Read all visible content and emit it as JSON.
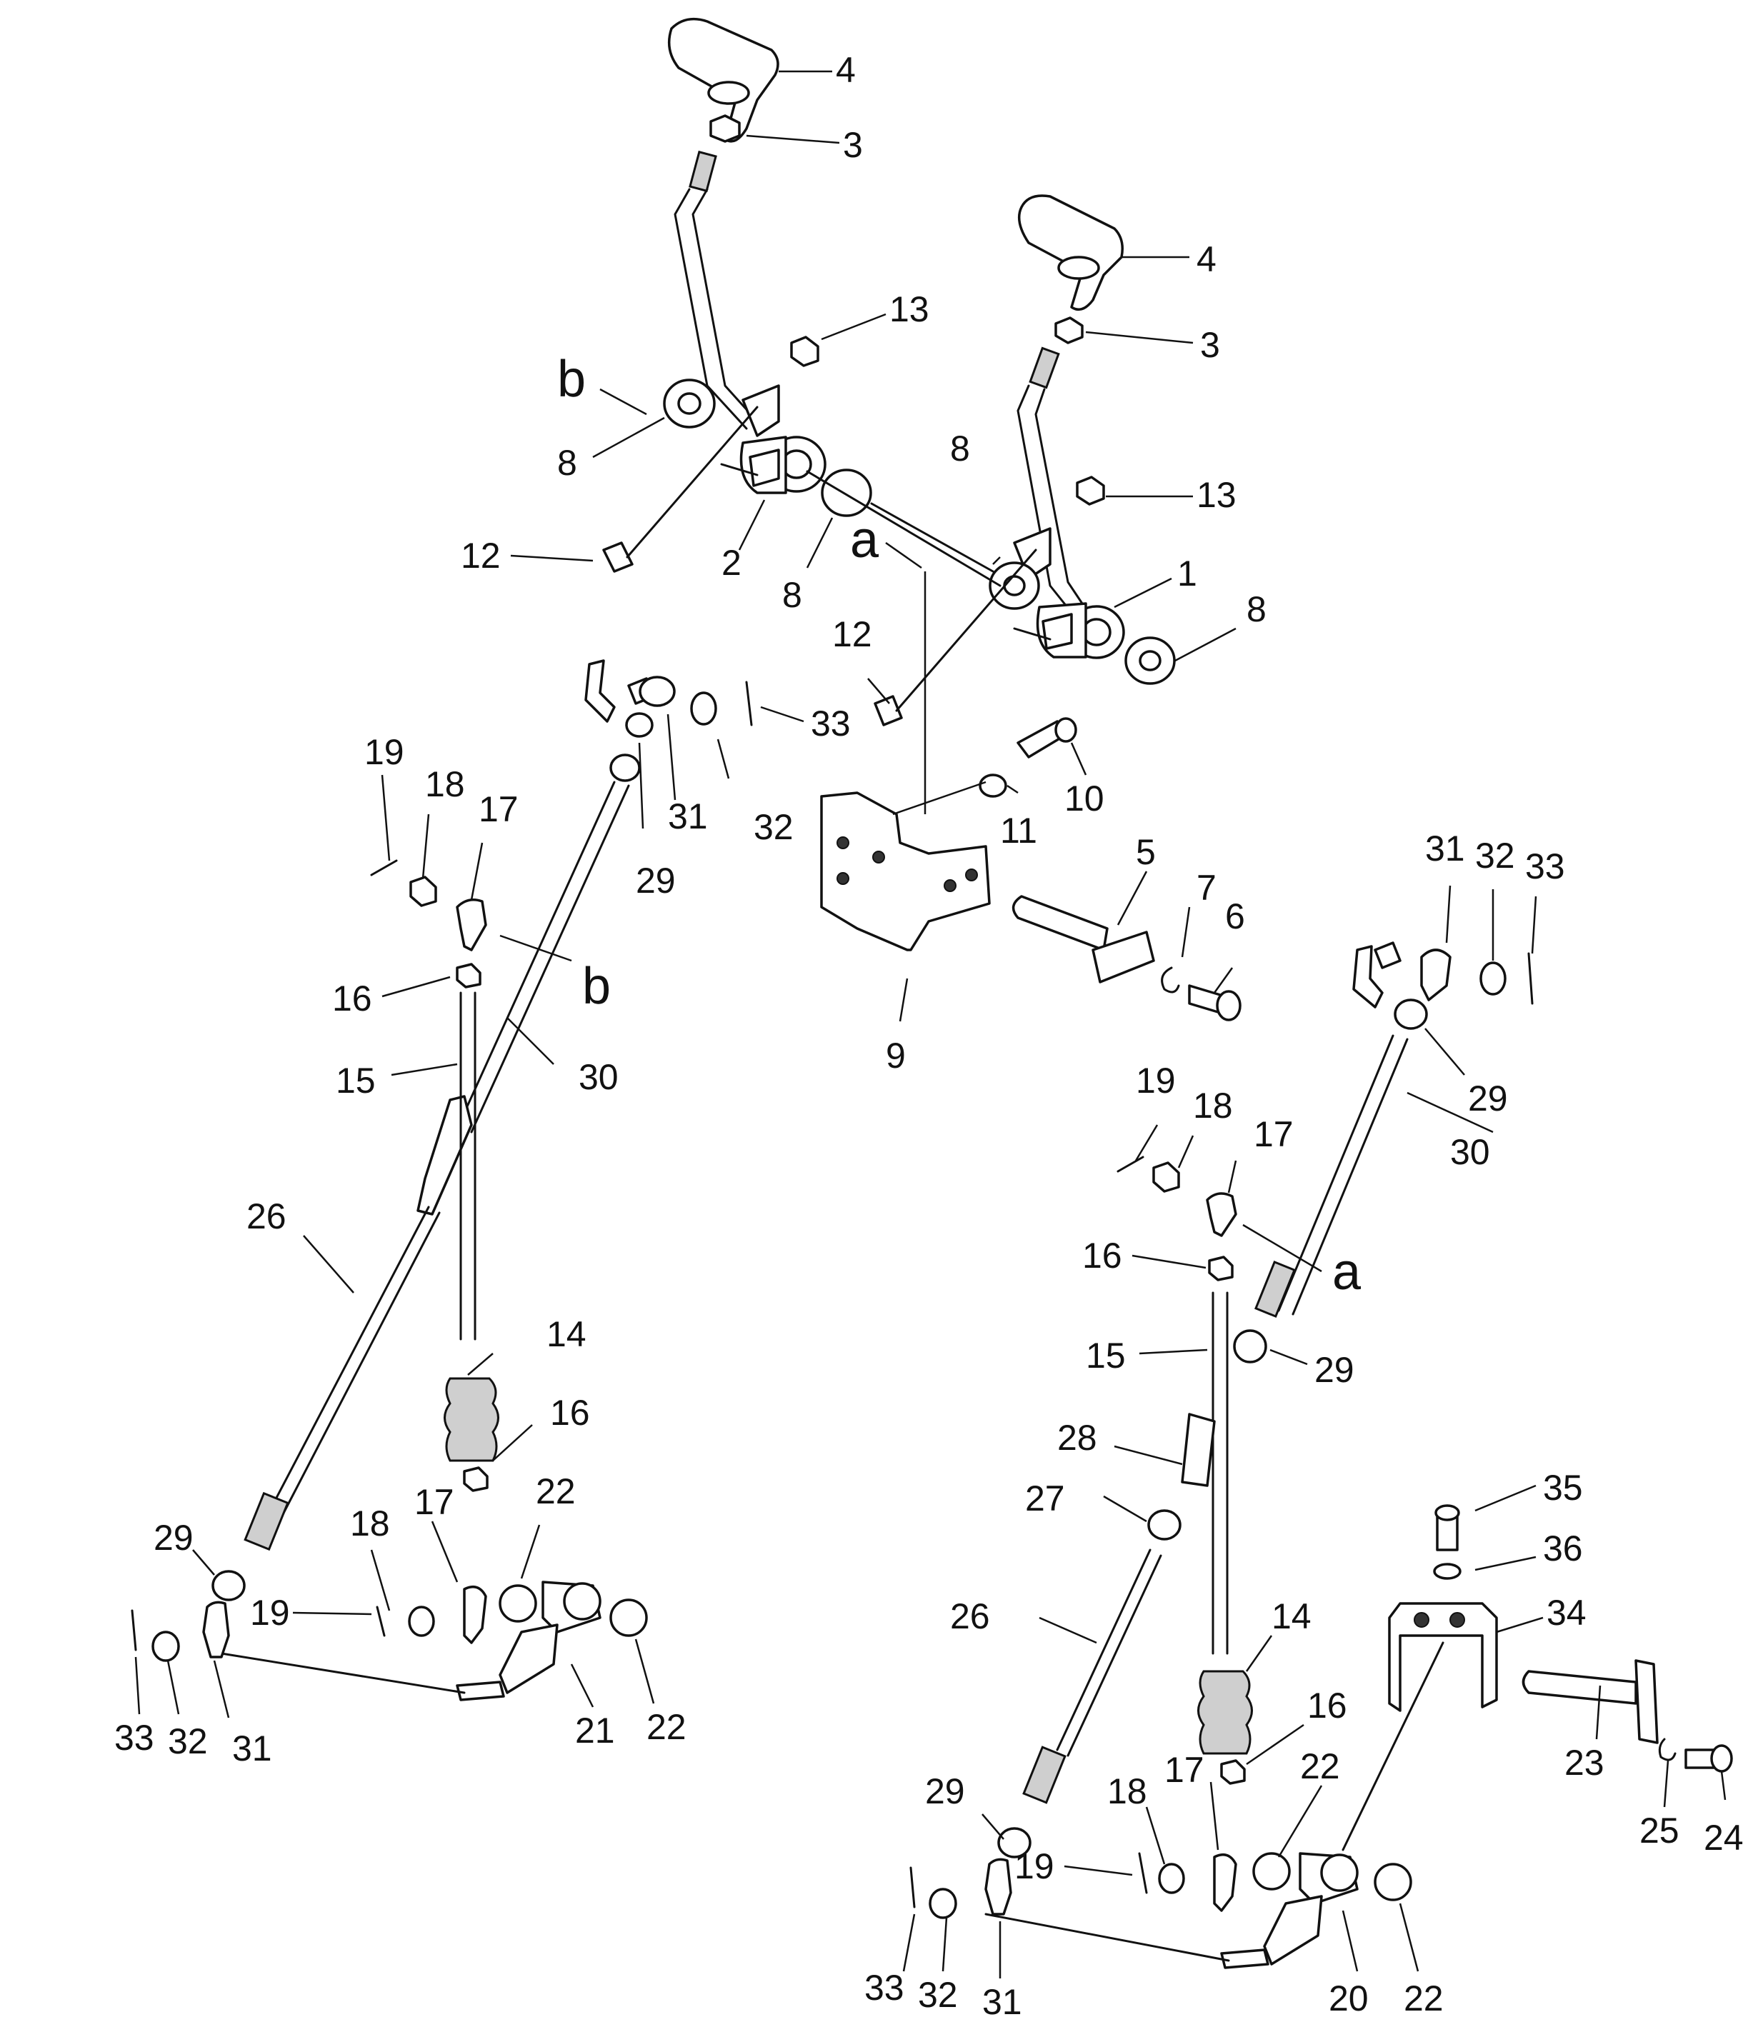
{
  "callouts": [
    {
      "text": "4"
    },
    {
      "text": "3"
    },
    {
      "text": "13"
    },
    {
      "text": "b"
    },
    {
      "text": "8"
    },
    {
      "text": "12"
    },
    {
      "text": "2"
    },
    {
      "text": "8"
    },
    {
      "text": "a"
    },
    {
      "text": "8"
    },
    {
      "text": "4"
    },
    {
      "text": "3"
    },
    {
      "text": "13"
    },
    {
      "text": "1"
    },
    {
      "text": "8"
    },
    {
      "text": "12"
    },
    {
      "text": "33"
    },
    {
      "text": "32"
    },
    {
      "text": "31"
    },
    {
      "text": "29"
    },
    {
      "text": "10"
    },
    {
      "text": "11"
    },
    {
      "text": "19"
    },
    {
      "text": "18"
    },
    {
      "text": "17"
    },
    {
      "text": "b"
    },
    {
      "text": "16"
    },
    {
      "text": "15"
    },
    {
      "text": "30"
    },
    {
      "text": "5"
    },
    {
      "text": "7"
    },
    {
      "text": "6"
    },
    {
      "text": "9"
    },
    {
      "text": "31"
    },
    {
      "text": "32"
    },
    {
      "text": "33"
    },
    {
      "text": "29"
    },
    {
      "text": "30"
    },
    {
      "text": "19"
    },
    {
      "text": "18"
    },
    {
      "text": "17"
    },
    {
      "text": "a"
    },
    {
      "text": "16"
    },
    {
      "text": "15"
    },
    {
      "text": "29"
    },
    {
      "text": "26"
    },
    {
      "text": "14"
    },
    {
      "text": "16"
    },
    {
      "text": "28"
    },
    {
      "text": "27"
    },
    {
      "text": "35"
    },
    {
      "text": "36"
    },
    {
      "text": "29"
    },
    {
      "text": "18"
    },
    {
      "text": "17"
    },
    {
      "text": "22"
    },
    {
      "text": "19"
    },
    {
      "text": "22"
    },
    {
      "text": "21"
    },
    {
      "text": "33"
    },
    {
      "text": "32"
    },
    {
      "text": "31"
    },
    {
      "text": "26"
    },
    {
      "text": "34"
    },
    {
      "text": "14"
    },
    {
      "text": "16"
    },
    {
      "text": "29"
    },
    {
      "text": "18"
    },
    {
      "text": "17"
    },
    {
      "text": "22"
    },
    {
      "text": "19"
    },
    {
      "text": "23"
    },
    {
      "text": "25"
    },
    {
      "text": "24"
    },
    {
      "text": "33"
    },
    {
      "text": "32"
    },
    {
      "text": "31"
    },
    {
      "text": "20"
    },
    {
      "text": "22"
    }
  ]
}
